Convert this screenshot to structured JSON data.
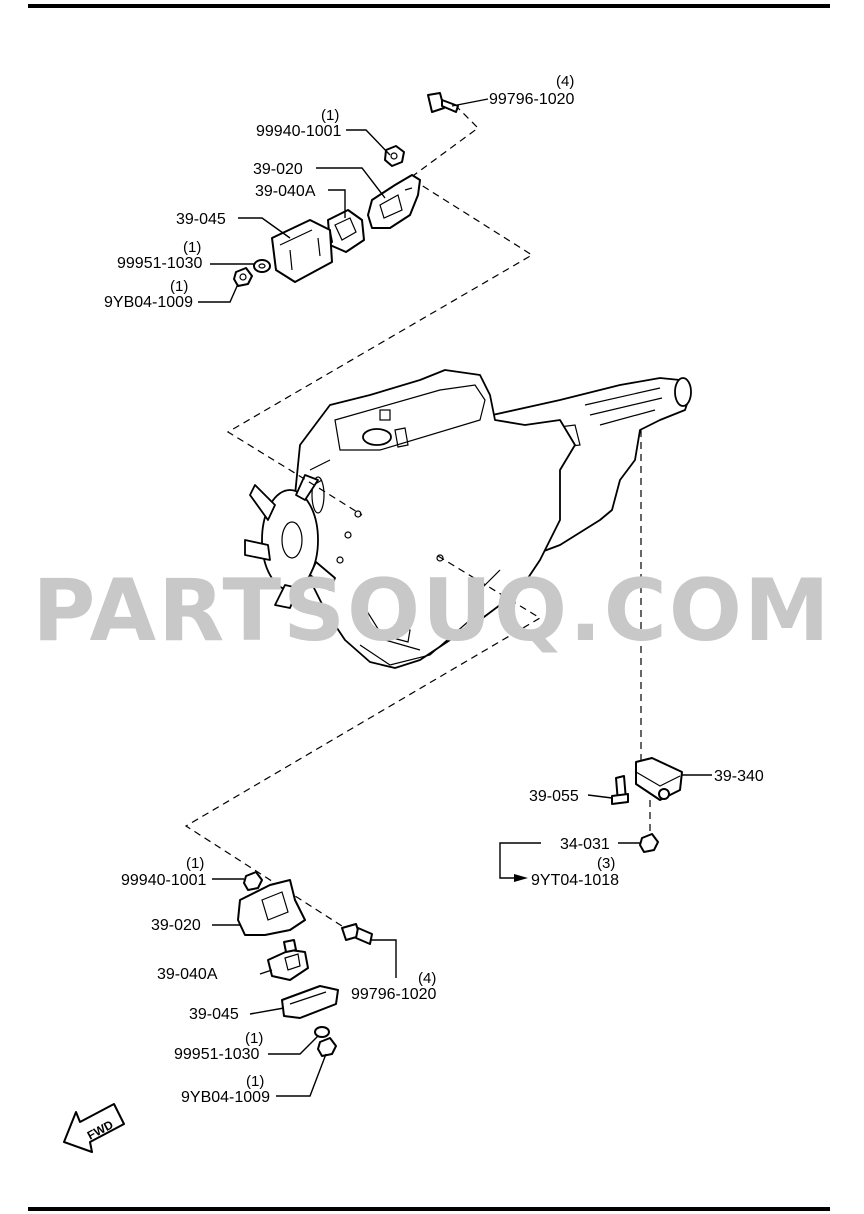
{
  "watermark": "PARTSOUQ.COM",
  "fwd_label": "FWD",
  "callouts": {
    "top_bolt": {
      "part": "99796-1020",
      "qty": "(4)"
    },
    "top_nut": {
      "part": "99940-1001",
      "qty": "(1)"
    },
    "top_bracket": {
      "part": "39-020"
    },
    "top_mount": {
      "part": "39-040A"
    },
    "top_cover": {
      "part": "39-045"
    },
    "top_washer": {
      "part": "99951-1030",
      "qty": "(1)"
    },
    "top_locknut": {
      "part": "9YB04-1009",
      "qty": "(1)"
    },
    "rear_mount": {
      "part": "39-340"
    },
    "rear_bolt": {
      "part": "39-055"
    },
    "rear_nut": {
      "part": "34-031"
    },
    "rear_nut_alt": {
      "part": "9YT04-1018",
      "qty": "(3)"
    },
    "bot_nut": {
      "part": "99940-1001",
      "qty": "(1)"
    },
    "bot_bracket": {
      "part": "39-020"
    },
    "bot_mount": {
      "part": "39-040A"
    },
    "bot_cover": {
      "part": "39-045"
    },
    "bot_washer": {
      "part": "99951-1030",
      "qty": "(1)"
    },
    "bot_locknut": {
      "part": "9YB04-1009",
      "qty": "(1)"
    },
    "bot_bolt": {
      "part": "99796-1020",
      "qty": "(4)"
    }
  },
  "icons": {
    "fwd_arrow": "fwd-arrow-icon",
    "engine": "engine-assembly-icon"
  }
}
